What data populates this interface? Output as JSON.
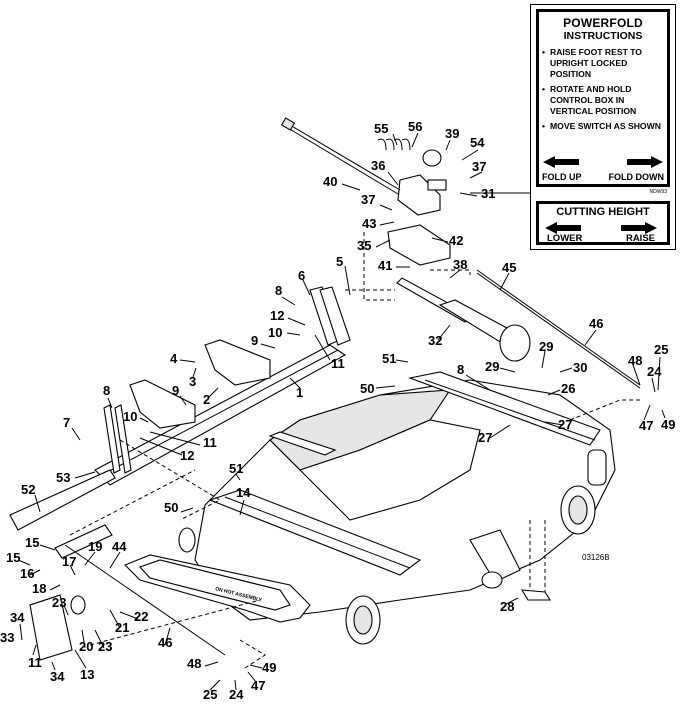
{
  "figure_id": "03126B",
  "instruction_panel": {
    "title_line1": "POWERFOLD",
    "title_line2": "INSTRUCTIONS",
    "steps": [
      "RAISE FOOT REST TO UPRIGHT LOCKED POSITION",
      "ROTATE AND HOLD CONTROL BOX IN VERTICAL POSITION",
      "MOVE SWITCH AS SHOWN"
    ],
    "left_arrow_label": "FOLD UP",
    "right_arrow_label": "FOLD DOWN",
    "decal_number": "NDW93",
    "cutting_height": {
      "title": "CUTTING HEIGHT",
      "left_label": "LOWER",
      "right_label": "RAISE"
    },
    "pointer_callout": "31"
  },
  "callouts": [
    {
      "id": "c55",
      "label": "55"
    },
    {
      "id": "c56",
      "label": "56"
    },
    {
      "id": "c39",
      "label": "39"
    },
    {
      "id": "c54",
      "label": "54"
    },
    {
      "id": "c36",
      "label": "36"
    },
    {
      "id": "c37a",
      "label": "37"
    },
    {
      "id": "c40",
      "label": "40"
    },
    {
      "id": "c31",
      "label": "31"
    },
    {
      "id": "c37b",
      "label": "37"
    },
    {
      "id": "c43",
      "label": "43"
    },
    {
      "id": "c42",
      "label": "42"
    },
    {
      "id": "c35",
      "label": "35"
    },
    {
      "id": "c5",
      "label": "5"
    },
    {
      "id": "c41",
      "label": "41"
    },
    {
      "id": "c38",
      "label": "38"
    },
    {
      "id": "c45",
      "label": "45"
    },
    {
      "id": "c6",
      "label": "6"
    },
    {
      "id": "c8a",
      "label": "8"
    },
    {
      "id": "c12a",
      "label": "12"
    },
    {
      "id": "c10a",
      "label": "10"
    },
    {
      "id": "c9a",
      "label": "9"
    },
    {
      "id": "c11a",
      "label": "11"
    },
    {
      "id": "c32",
      "label": "32"
    },
    {
      "id": "c46a",
      "label": "46"
    },
    {
      "id": "c4",
      "label": "4"
    },
    {
      "id": "c3",
      "label": "3"
    },
    {
      "id": "c2",
      "label": "2"
    },
    {
      "id": "c1",
      "label": "1"
    },
    {
      "id": "c51a",
      "label": "51"
    },
    {
      "id": "c29a",
      "label": "29"
    },
    {
      "id": "c29b",
      "label": "29"
    },
    {
      "id": "c30",
      "label": "30"
    },
    {
      "id": "c48a",
      "label": "48"
    },
    {
      "id": "c25a",
      "label": "25"
    },
    {
      "id": "c24a",
      "label": "24"
    },
    {
      "id": "c8b",
      "label": "8"
    },
    {
      "id": "c50a",
      "label": "50"
    },
    {
      "id": "c26",
      "label": "26"
    },
    {
      "id": "c47a",
      "label": "47"
    },
    {
      "id": "c49a",
      "label": "49"
    },
    {
      "id": "c8c",
      "label": "8"
    },
    {
      "id": "c9b",
      "label": "9"
    },
    {
      "id": "c7",
      "label": "7"
    },
    {
      "id": "c10b",
      "label": "10"
    },
    {
      "id": "c27a",
      "label": "27"
    },
    {
      "id": "c27b",
      "label": "27"
    },
    {
      "id": "c11b",
      "label": "11"
    },
    {
      "id": "c12b",
      "label": "12"
    },
    {
      "id": "c53",
      "label": "53"
    },
    {
      "id": "c51b",
      "label": "51"
    },
    {
      "id": "c52",
      "label": "52"
    },
    {
      "id": "c14",
      "label": "14"
    },
    {
      "id": "c50b",
      "label": "50"
    },
    {
      "id": "c15a",
      "label": "15"
    },
    {
      "id": "c19",
      "label": "19"
    },
    {
      "id": "c44",
      "label": "44"
    },
    {
      "id": "c15b",
      "label": "15"
    },
    {
      "id": "c17",
      "label": "17"
    },
    {
      "id": "c16",
      "label": "16"
    },
    {
      "id": "c18",
      "label": "18"
    },
    {
      "id": "c23a",
      "label": "23"
    },
    {
      "id": "c22",
      "label": "22"
    },
    {
      "id": "c34a",
      "label": "34"
    },
    {
      "id": "c21",
      "label": "21"
    },
    {
      "id": "c20",
      "label": "20"
    },
    {
      "id": "c23b",
      "label": "23"
    },
    {
      "id": "c33",
      "label": "33"
    },
    {
      "id": "c11c",
      "label": "11"
    },
    {
      "id": "c34b",
      "label": "34"
    },
    {
      "id": "c13",
      "label": "13"
    },
    {
      "id": "c46b",
      "label": "46"
    },
    {
      "id": "c28",
      "label": "28"
    },
    {
      "id": "c48b",
      "label": "48"
    },
    {
      "id": "c49b",
      "label": "49"
    },
    {
      "id": "c25b",
      "label": "25"
    },
    {
      "id": "c24b",
      "label": "24"
    },
    {
      "id": "c47b",
      "label": "47"
    }
  ],
  "deck_decal_text": "ON  HOT  ASSEMBLY"
}
